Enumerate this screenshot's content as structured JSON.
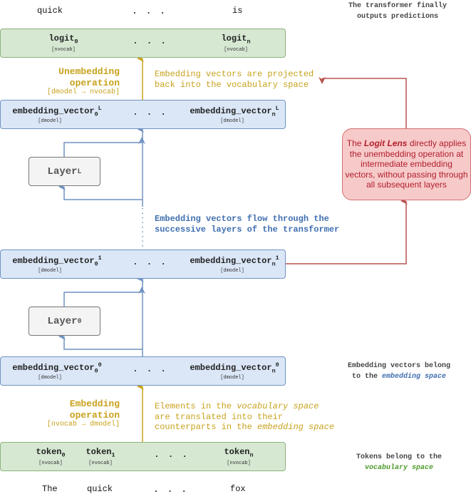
{
  "top_words": {
    "w1": "quick",
    "dots": ". . .",
    "w3": "is"
  },
  "top_note": {
    "line1": "The transformer finally",
    "line2": "outputs predictions"
  },
  "logits": {
    "first": {
      "name": "logit",
      "sub": "0",
      "dim": "[nvocab]"
    },
    "dots": ". . .",
    "last": {
      "name": "logit",
      "sub": "n",
      "dim": "[nvocab]"
    }
  },
  "unembed": {
    "title_line1": "Unembedding",
    "title_line2": "operation",
    "shape_from": "[dmodel",
    "arrow": "→",
    "shape_to": "nvocab]",
    "note_line1": "Embedding vectors are projected",
    "note_line2": "back into the vocabulary space"
  },
  "emb_L": {
    "first": {
      "name": "embedding_vector",
      "sub": "0",
      "sup": "L",
      "dim": "[dmodel]"
    },
    "dots": ". . .",
    "last": {
      "name": "embedding_vector",
      "sub": "n",
      "sup": "L",
      "dim": "[dmodel]"
    }
  },
  "layer_L": {
    "name": "Layer",
    "sub": "L"
  },
  "flow_note": {
    "line1": "Embedding vectors flow through the",
    "line2": "successive layers of the transformer"
  },
  "emb_1": {
    "first": {
      "name": "embedding_vector",
      "sub": "0",
      "sup": "1",
      "dim": "[dmodel]"
    },
    "dots": ". . .",
    "last": {
      "name": "embedding_vector",
      "sub": "n",
      "sup": "1",
      "dim": "[dmodel]"
    }
  },
  "layer_0": {
    "name": "Layer",
    "sub": "0"
  },
  "emb_0": {
    "first": {
      "name": "embedding_vector",
      "sub": "0",
      "sup": "0",
      "dim": "[dmodel]"
    },
    "dots": ". . .",
    "last": {
      "name": "embedding_vector",
      "sub": "n",
      "sup": "0",
      "dim": "[dmodel]"
    }
  },
  "embed": {
    "title_line1": "Embedding",
    "title_line2": "operation",
    "shape_from": "[nvocab",
    "arrow": "→",
    "shape_to": "dmodel]",
    "note_line1_pre": "Elements in the ",
    "note_line1_em": "vocabulary space",
    "note_line2": "are translated into their",
    "note_line3_pre": "counterparts in the ",
    "note_line3_em": "embedding space"
  },
  "emb_space_note": {
    "line1": "Embedding vectors belong",
    "line2_pre": "to the ",
    "line2_em": "embedding space"
  },
  "tokens": {
    "t0": {
      "name": "token",
      "sub": "0",
      "dim": "[nvocab]"
    },
    "t1": {
      "name": "token",
      "sub": "1",
      "dim": "[nvocab]"
    },
    "dots": ". . .",
    "tn": {
      "name": "token",
      "sub": "n",
      "dim": "[nvocab]"
    }
  },
  "vocab_note": {
    "line1": "Tokens belong to the",
    "line2": "vocabulary space"
  },
  "bottom_words": {
    "w0": "The",
    "w1": "quick",
    "dots": ". . .",
    "wn": "fox"
  },
  "lens": {
    "pre": "The ",
    "strong": "Logit Lens",
    "post": " directly applies the unembedding operation at intermediate embedding vectors, without passing through all subsequent layers"
  },
  "colors": {
    "green_fill": "#d6e8d2",
    "blue_fill": "#dbe7f7",
    "yellow": "#c8a21c",
    "blue_arrow": "#6f92c2",
    "red": "#b85450",
    "lens_fill": "#f7caca"
  }
}
